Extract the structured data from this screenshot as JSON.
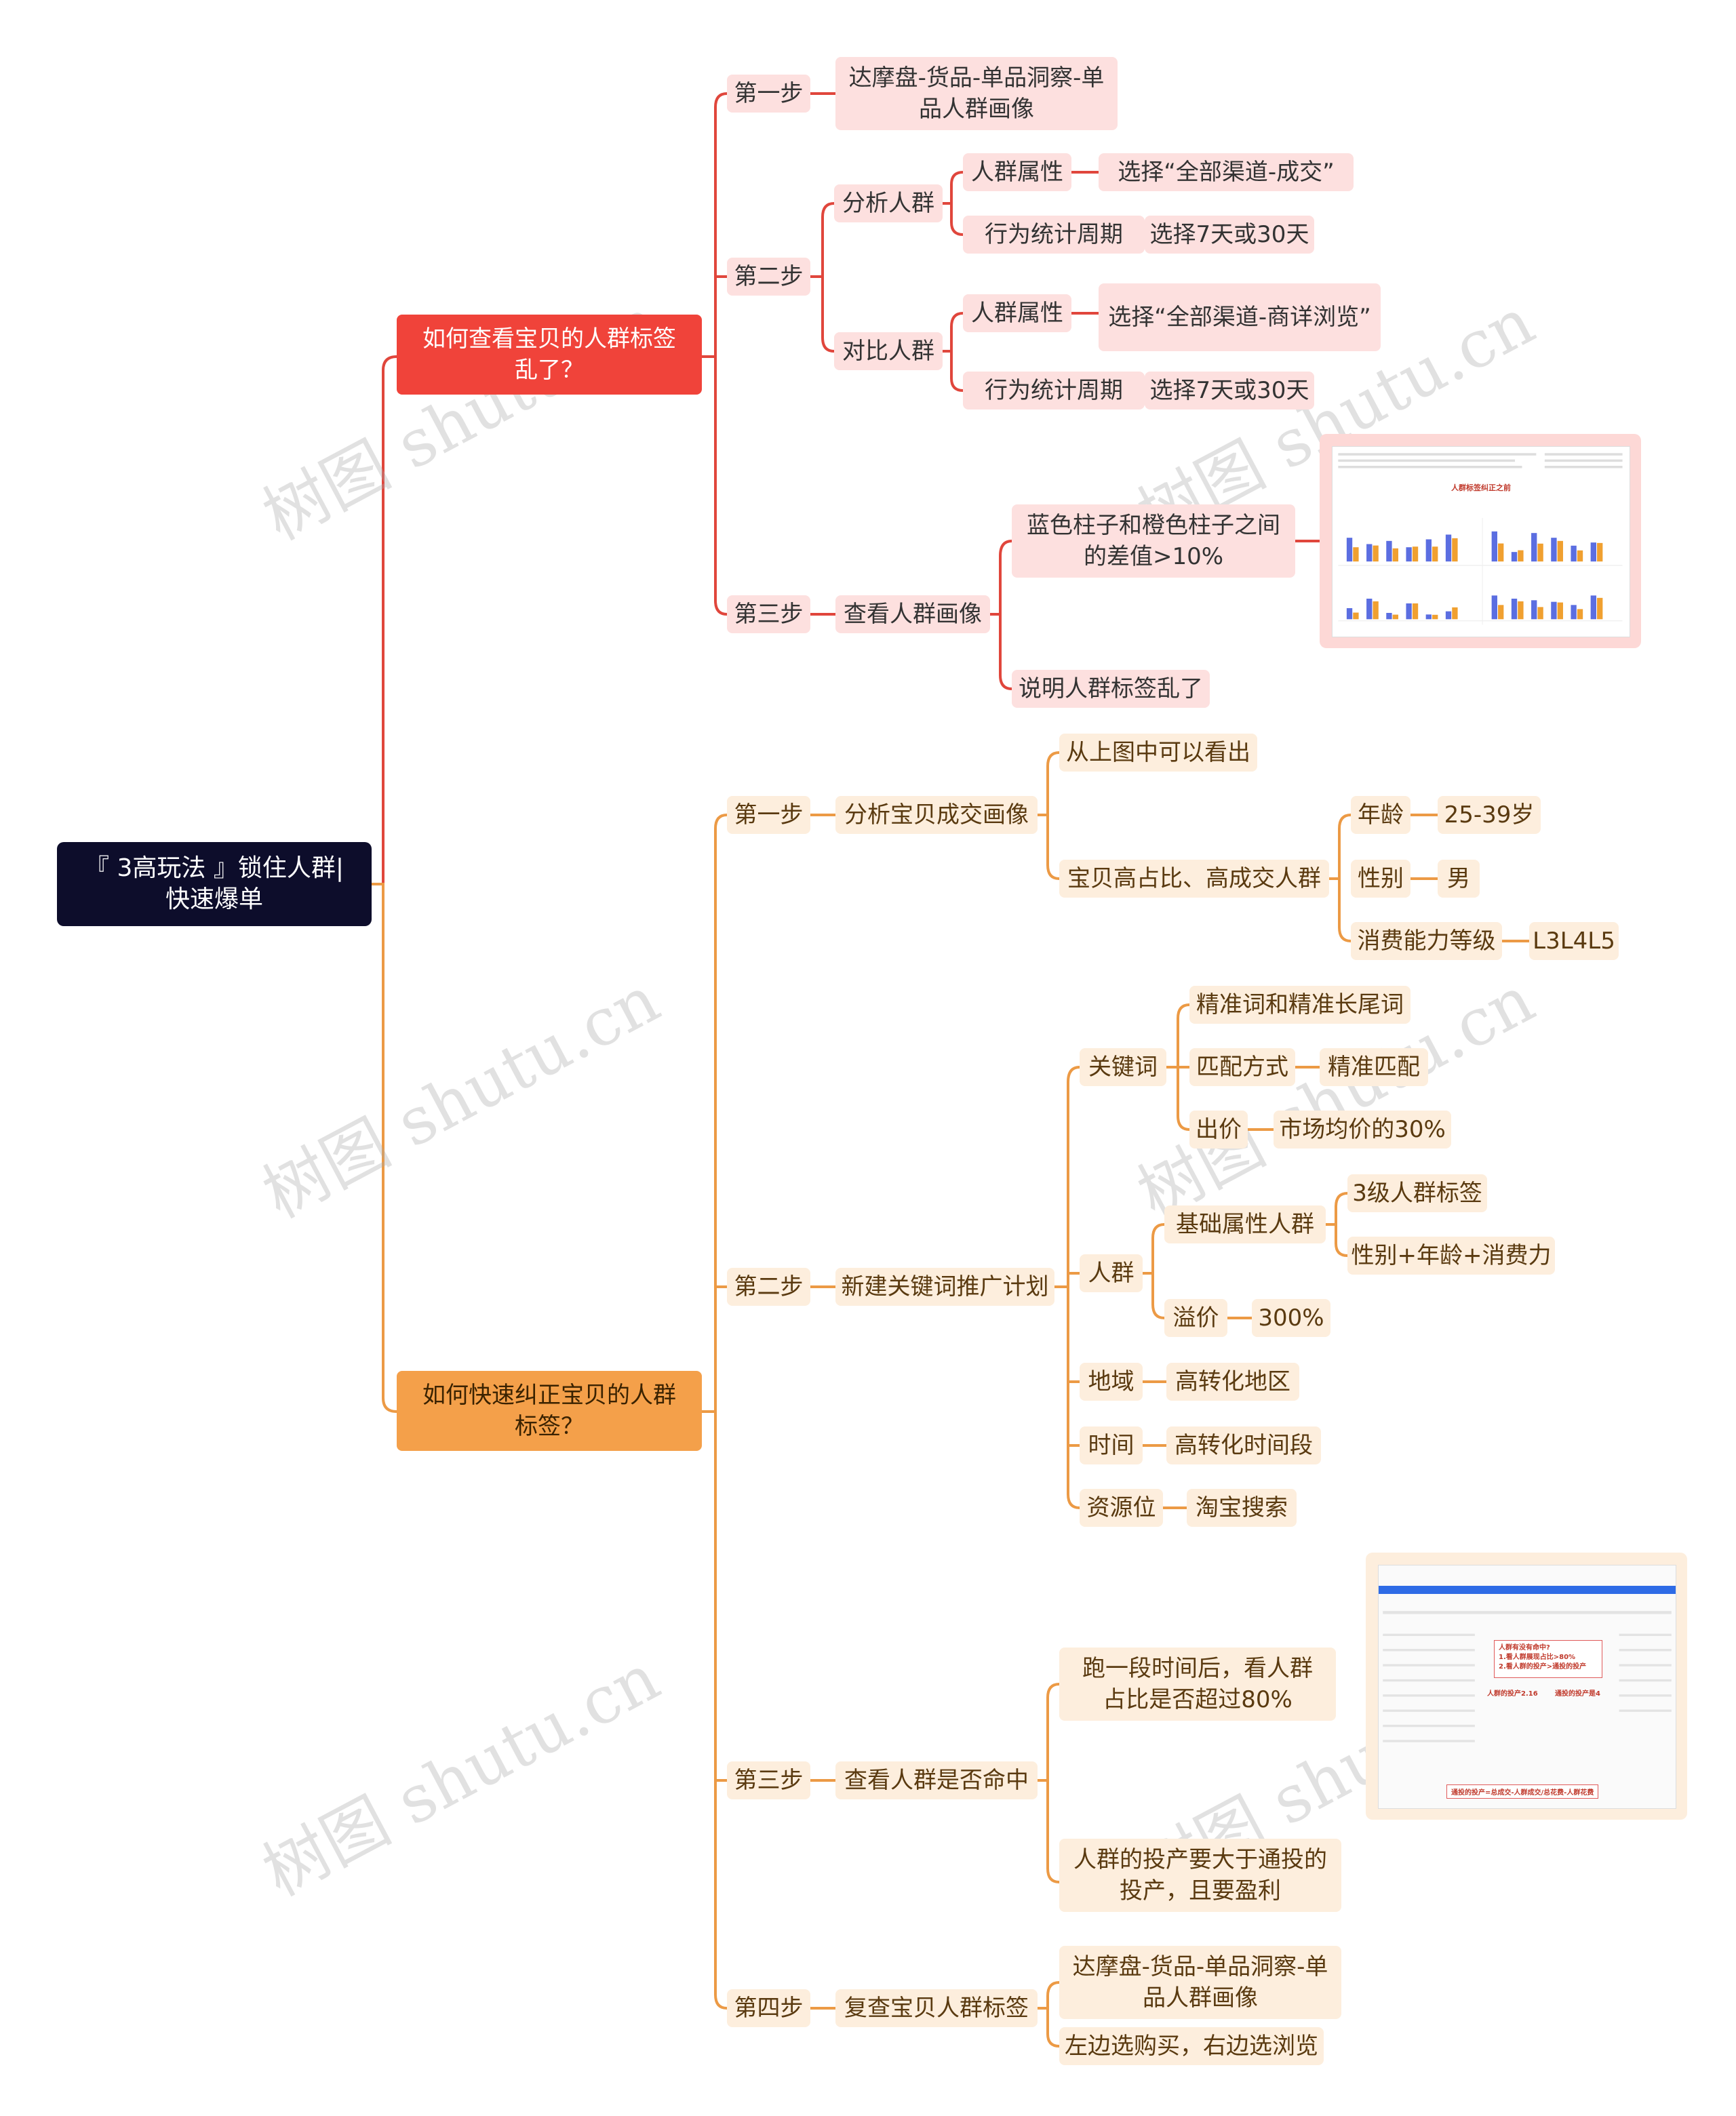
{
  "root": "『 3高玩法 』锁住人群|快速爆单",
  "branch1": {
    "title": "如何查看宝贝的人群标签乱了？",
    "step1": {
      "label": "第一步",
      "child": "达摩盘-货品-单品洞察-单品人群画像"
    },
    "step2": {
      "label": "第二步",
      "analyze": {
        "label": "分析人群",
        "attr": "人群属性",
        "attr_value": "选择“全部渠道-成交”",
        "period": "行为统计周期",
        "period_value": "选择7天或30天"
      },
      "compare": {
        "label": "对比人群",
        "attr": "人群属性",
        "attr_value": "选择“全部渠道-商详浏览”",
        "period": "行为统计周期",
        "period_value": "选择7天或30天"
      }
    },
    "step3": {
      "label": "第三步",
      "child": "查看人群画像",
      "diff": "蓝色柱子和橙色柱子之间的差值>10%",
      "conclusion": "说明人群标签乱了",
      "image_title": "人群标签纠正之前"
    }
  },
  "branch2": {
    "title": "如何快速纠正宝贝的人群标签？",
    "step1": {
      "label": "第一步",
      "child": "分析宝贝成交画像",
      "note": "从上图中可以看出",
      "high": "宝贝高占比、高成交人群",
      "age": "年龄",
      "age_value": "25-39岁",
      "gender": "性别",
      "gender_value": "男",
      "level": "消费能力等级",
      "level_value": "L3L4L5"
    },
    "step2": {
      "label": "第二步",
      "child": "新建关键词推广计划",
      "keyword": {
        "label": "关键词",
        "precise": "精准词和精准长尾词",
        "match": "匹配方式",
        "match_value": "精准匹配",
        "bid": "出价",
        "bid_value": "市场均价的30%"
      },
      "crowd": {
        "label": "人群",
        "basic": "基础属性人群",
        "lv3": "3级人群标签",
        "combo": "性别+年龄+消费力",
        "premium": "溢价",
        "premium_value": "300%"
      },
      "region": "地域",
      "region_value": "高转化地区",
      "time": "时间",
      "time_value": "高转化时间段",
      "resource": "资源位",
      "resource_value": "淘宝搜索"
    },
    "step3": {
      "label": "第三步",
      "child": "查看人群是否命中",
      "a": "跑一段时间后，看人群占比是否超过80%",
      "b": "人群的投产要大于通投的投产，且要盈利",
      "image_box_title": "人群有没有命中?",
      "image_box_l1": "1.看人群展现占比>80%",
      "image_box_l2": "2.看人群的投产>通投的投产",
      "image_roi_a": "人群的投产2.16",
      "image_roi_b": "通投的投产是4",
      "image_footer": "通投的投产=总成交-人群成交/总花费-人群花费"
    },
    "step4": {
      "label": "第四步",
      "child": "复查宝贝人群标签",
      "a": "达摩盘-货品-单品洞察-单品人群画像",
      "b": "左边选购买，右边选浏览"
    }
  },
  "watermark": "树图 shutu.cn",
  "colors": {
    "red": "#e0463c",
    "orange": "#ec9a45",
    "root": "#0d0d2b"
  }
}
